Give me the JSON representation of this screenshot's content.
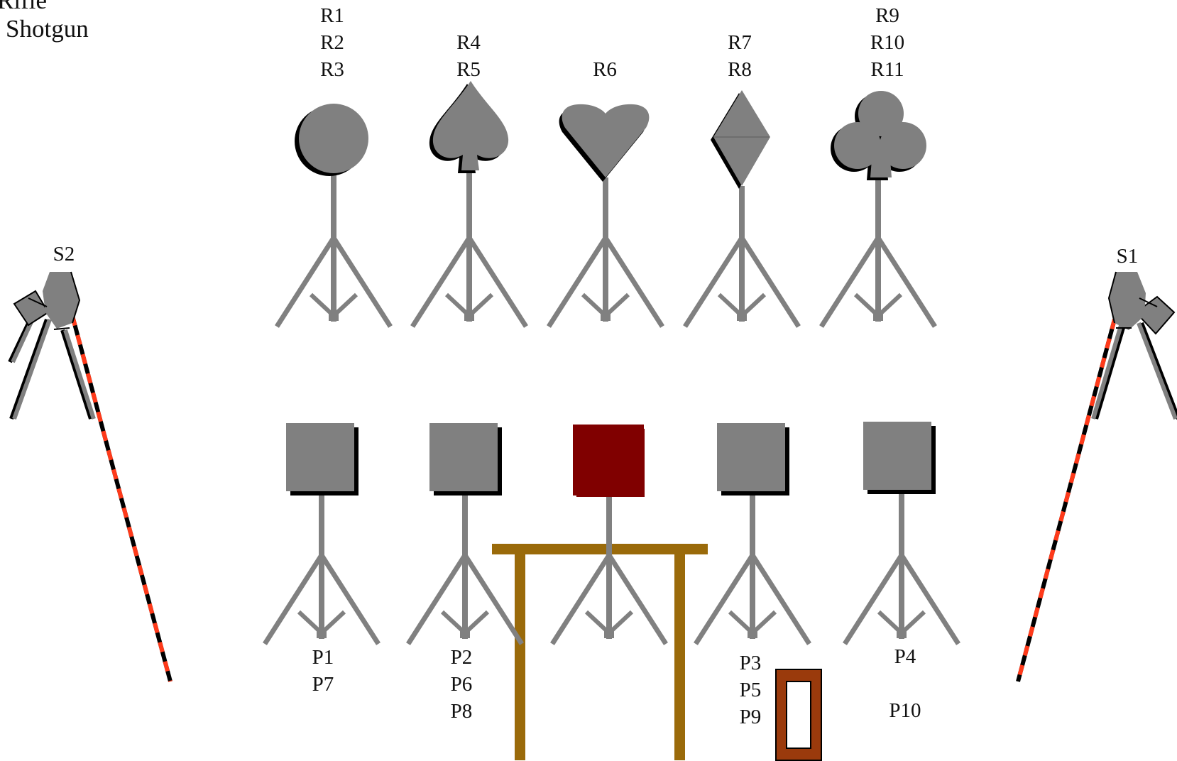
{
  "legend": {
    "line1": "Rifle",
    "line2": "Shotgun"
  },
  "rifle_targets": [
    {
      "shape": "circle",
      "labels": [
        "R1",
        "R2",
        "R3"
      ]
    },
    {
      "shape": "spade",
      "labels": [
        "R4",
        "R5"
      ]
    },
    {
      "shape": "heart",
      "labels": [
        "R6"
      ]
    },
    {
      "shape": "diamond",
      "labels": [
        "R7",
        "R8"
      ]
    },
    {
      "shape": "club",
      "labels": [
        "R9",
        "R10",
        "R11"
      ]
    }
  ],
  "pistol_targets": [
    {
      "labels": [
        "P1",
        "P7"
      ]
    },
    {
      "labels": [
        "P2",
        "P6",
        "P8"
      ]
    },
    {
      "labels": []
    },
    {
      "labels": [
        "P3",
        "P5",
        "P9"
      ]
    },
    {
      "labels": [
        "P4",
        "",
        "P10"
      ]
    }
  ],
  "shotgun_stations": [
    {
      "label": "S2",
      "side": "left"
    },
    {
      "label": "S1",
      "side": "right"
    }
  ],
  "colors": {
    "target_gray": "#808080",
    "shadow": "#000000",
    "highlight_target": "#800000",
    "table": "#9a6a0a",
    "box": "#9a3a0c",
    "fault_line_red": "#ff3a1a",
    "fault_line_black": "#000000"
  }
}
